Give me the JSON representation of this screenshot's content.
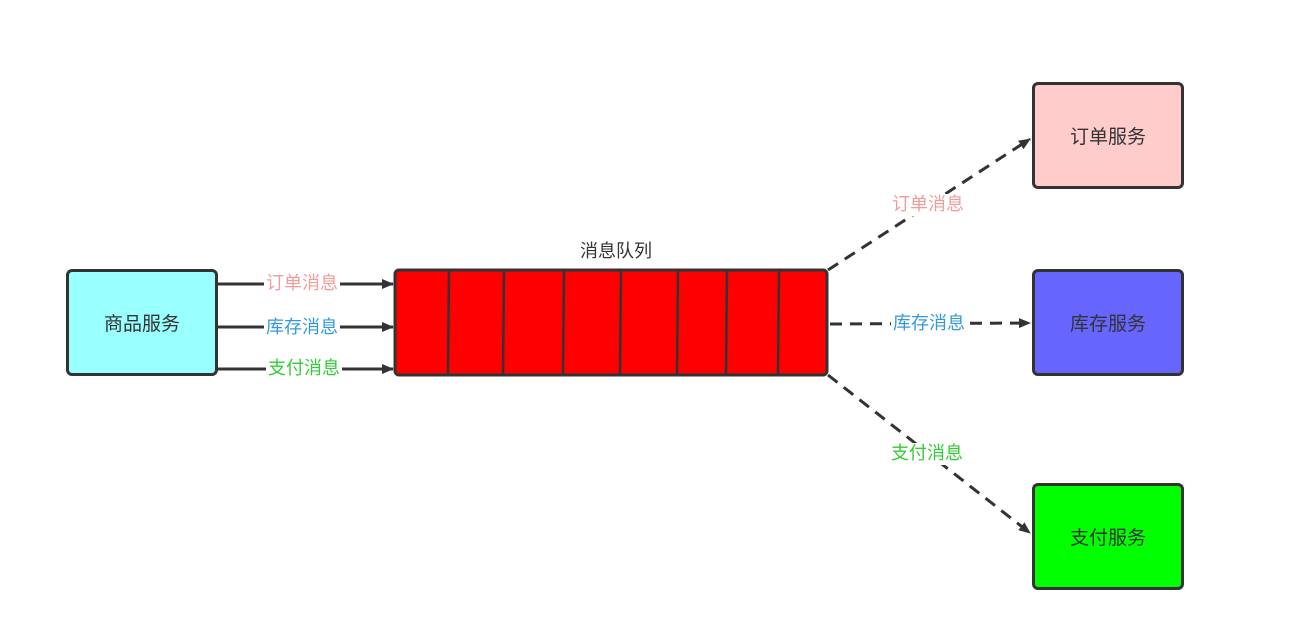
{
  "source": {
    "label": "商品服务",
    "color": "#99FFFF"
  },
  "queue": {
    "title": "消息队列",
    "color": "#FF0000",
    "slots": 8
  },
  "left_messages": [
    {
      "text": "订单消息",
      "color": "#F19C99"
    },
    {
      "text": "库存消息",
      "color": "#3399DD"
    },
    {
      "text": "支付消息",
      "color": "#33CC33"
    }
  ],
  "right_messages": [
    {
      "text": "订单消息",
      "color": "#F19C99"
    },
    {
      "text": "库存消息",
      "color": "#3399DD"
    },
    {
      "text": "支付消息",
      "color": "#33CC33"
    }
  ],
  "consumers": [
    {
      "label": "订单服务",
      "color": "#FFCCCC"
    },
    {
      "label": "库存服务",
      "color": "#6666FF"
    },
    {
      "label": "支付服务",
      "color": "#00FF00"
    }
  ]
}
